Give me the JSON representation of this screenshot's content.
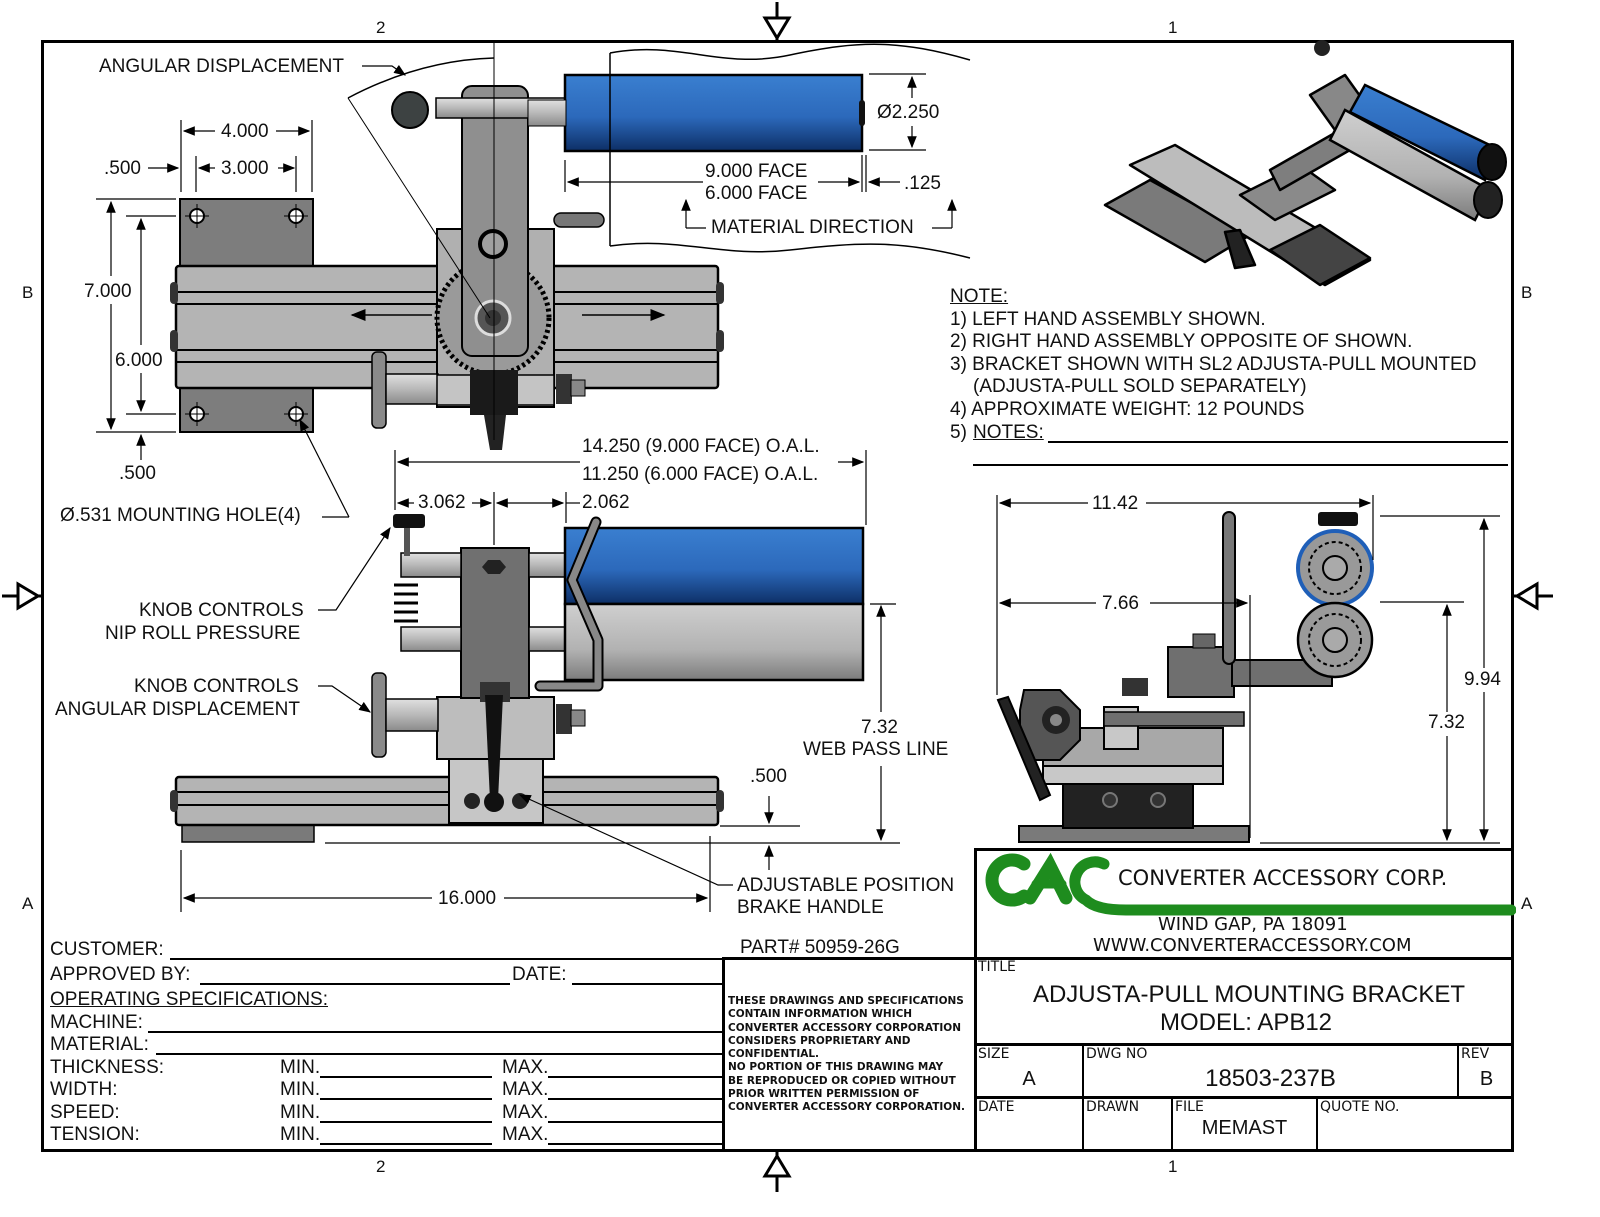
{
  "border": {
    "zone_top_left": "2",
    "zone_top_right": "1",
    "zone_bottom_left": "2",
    "zone_bottom_right": "1",
    "zone_left_upper": "B",
    "zone_left_lower": "A",
    "zone_right_upper": "B",
    "zone_right_lower": "A"
  },
  "top_view": {
    "angular_displacement": "ANGULAR DISPLACEMENT",
    "dim_4000": "4.000",
    "dim_3000": "3.000",
    "dim_500_top": ".500",
    "dim_7000": "7.000",
    "dim_6000": "6.000",
    "dim_500_bottom": ".500",
    "mounting_hole": "Ø.531 MOUNTING HOLE(4)",
    "roll_diameter": "Ø2.250",
    "face_9000": "9.000 FACE",
    "face_6000": "6.000 FACE",
    "dim_125": ".125",
    "material_direction": "MATERIAL DIRECTION"
  },
  "front_view": {
    "oal_9000": "14.250 (9.000 FACE) O.A.L.",
    "oal_6000": "11.250 (6.000 FACE) O.A.L.",
    "dim_3062": "3.062",
    "dim_2062": "2.062",
    "knob_nip_1": "KNOB CONTROLS",
    "knob_nip_2": "NIP ROLL PRESSURE",
    "knob_ang_1": "KNOB CONTROLS",
    "knob_ang_2": "ANGULAR DISPLACEMENT",
    "web_pass_value": "7.32",
    "web_pass_label": "WEB PASS LINE",
    "dim_500": ".500",
    "dim_16000": "16.000",
    "brake_1": "ADJUSTABLE POSITION",
    "brake_2": "BRAKE HANDLE"
  },
  "side_view": {
    "dim_1142": "11.42",
    "dim_766": "7.66",
    "dim_994": "9.94",
    "dim_732": "7.32"
  },
  "notes": {
    "heading": "NOTE:",
    "items": [
      "1) LEFT HAND ASSEMBLY SHOWN.",
      "2) RIGHT HAND ASSEMBLY OPPOSITE OF SHOWN.",
      "3) BRACKET SHOWN WITH SL2 ADJUSTA-PULL MOUNTED",
      "(ADJUSTA-PULL SOLD SEPARATELY)",
      "4) APPROXIMATE WEIGHT:  12 POUNDS"
    ],
    "item5_prefix": "5) ",
    "item5_label": "NOTES:"
  },
  "customer_block": {
    "customer": "CUSTOMER:",
    "approved_by": "APPROVED BY:",
    "date": "DATE:",
    "operating_specs": "OPERATING SPECIFICATIONS:",
    "machine": "MACHINE:",
    "material": "MATERIAL:",
    "specs": [
      {
        "label": "THICKNESS:",
        "min": "MIN.",
        "max": "MAX."
      },
      {
        "label": "WIDTH:",
        "min": "MIN.",
        "max": "MAX."
      },
      {
        "label": "SPEED:",
        "min": "MIN.",
        "max": "MAX."
      },
      {
        "label": "TENSION:",
        "min": "MIN.",
        "max": "MAX."
      }
    ],
    "part_number": "PART# 50959-26G"
  },
  "confidential": [
    "THESE DRAWINGS AND SPECIFICATIONS",
    "CONTAIN INFORMATION WHICH",
    "CONVERTER ACCESSORY CORPORATION",
    "CONSIDERS PROPRIETARY AND",
    "CONFIDENTIAL.",
    "NO PORTION OF THIS DRAWING MAY",
    "BE REPRODUCED OR COPIED WITHOUT",
    "PRIOR WRITTEN PERMISSION OF",
    "CONVERTER ACCESSORY CORPORATION."
  ],
  "company": {
    "logo_text": "CAC",
    "name": "CONVERTER ACCESSORY CORP.",
    "address": "WIND GAP, PA 18091",
    "website": "WWW.CONVERTERACCESSORY.COM",
    "brand_color": "#1e8c1e"
  },
  "title_block": {
    "title_label": "TITLE",
    "title_line1": "ADJUSTA-PULL MOUNTING BRACKET",
    "title_line2": "MODEL: APB12",
    "size_label": "SIZE",
    "size_value": "A",
    "dwg_label": "DWG NO",
    "dwg_value": "18503-237B",
    "rev_label": "REV",
    "rev_value": "B",
    "date_label": "DATE",
    "drawn_label": "DRAWN",
    "file_label": "FILE",
    "file_value": "MEMAST",
    "quote_label": "QUOTE NO."
  },
  "colors": {
    "roll_blue": "#2f6fc0",
    "steel_gray": "#9a9a9a",
    "dark_gray": "#4a4a4a"
  }
}
